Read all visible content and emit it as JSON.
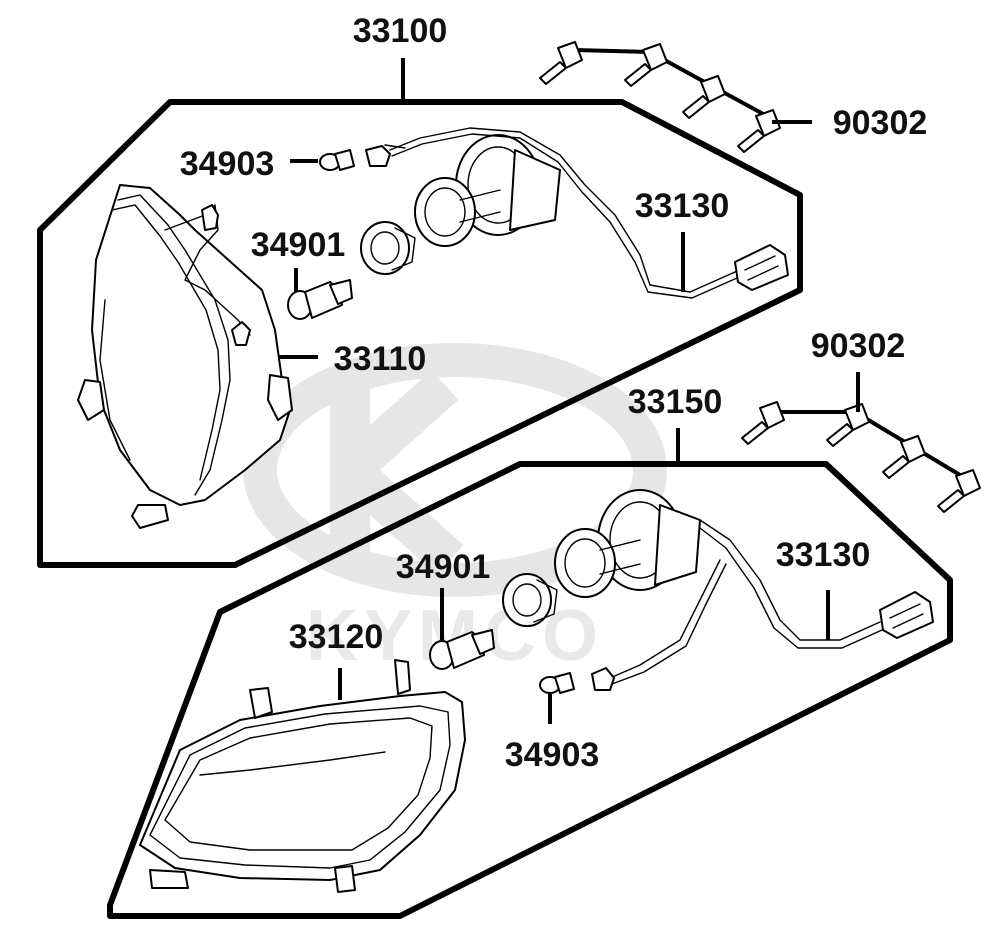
{
  "watermark": {
    "brand": "KYMCO",
    "logo_color": "#e6e6e6"
  },
  "labels": {
    "upper_assembly": "33100",
    "upper_bulb_small": "34903",
    "upper_bulb_main": "34901",
    "upper_harness": "33130",
    "upper_bolts": "90302",
    "upper_housing": "33110",
    "lower_assembly": "33150",
    "lower_bolts": "90302",
    "lower_bulb_main": "34901",
    "lower_harness": "33130",
    "lower_housing": "33120",
    "lower_bulb_small": "34903"
  },
  "colors": {
    "line": "#000000",
    "text": "#111111",
    "background": "#ffffff"
  }
}
